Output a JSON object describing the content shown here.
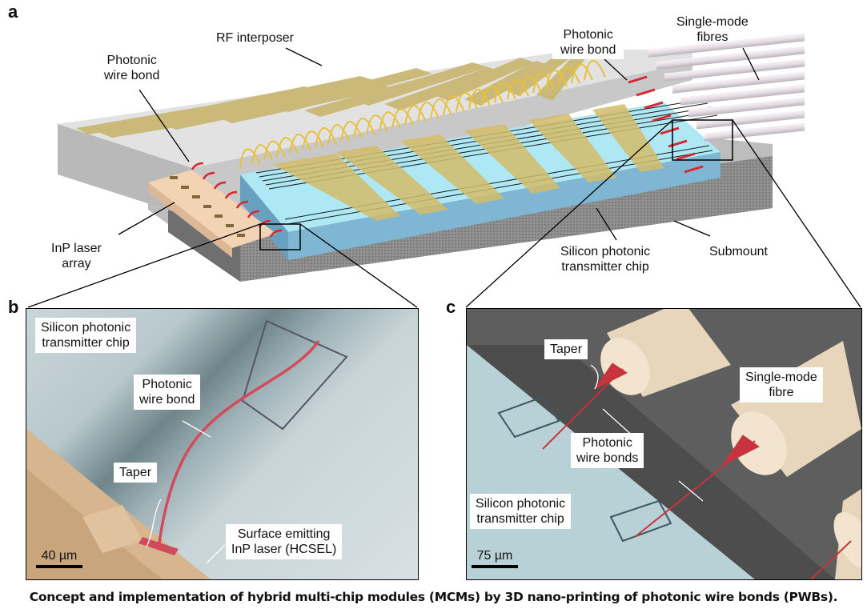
{
  "figure": {
    "caption": "Concept and implementation of hybrid multi-chip modules (MCMs) by 3D nano-printing of photonic wire bonds (PWBs).",
    "colors": {
      "interposer_top": "#d6d6d6",
      "gold_trace": "#c9b774",
      "wire_bond_gold": "#e8c13a",
      "si_chip_top": "#aee8f5",
      "si_chip_side": "#7fb6d3",
      "submount": "#8a8a8a",
      "inp_laser": "#f2d3b4",
      "pwb_red": "#d8252f",
      "fibre": "#ece6ea"
    }
  },
  "panel_a": {
    "letter": "a",
    "labels": {
      "rf_interposer": "RF interposer",
      "pwb_left_line1": "Photonic",
      "pwb_left_line2": "wire bond",
      "pwb_right_line1": "Photonic",
      "pwb_right_line2": "wire bond",
      "smf_line1": "Single-mode",
      "smf_line2": "fibres",
      "inp_line1": "InP laser",
      "inp_line2": "array",
      "sipho_line1": "Silicon photonic",
      "sipho_line2": "transmitter chip",
      "submount": "Submount"
    }
  },
  "panel_b": {
    "letter": "b",
    "labels": {
      "chip_line1": "Silicon photonic",
      "chip_line2": "transmitter chip",
      "pwb_line1": "Photonic",
      "pwb_line2": "wire bond",
      "taper": "Taper",
      "laser_line1": "Surface emitting",
      "laser_line2": "InP laser (HCSEL)"
    },
    "scale_bar": "40 µm"
  },
  "panel_c": {
    "letter": "c",
    "labels": {
      "taper": "Taper",
      "fibre_line1": "Single-mode",
      "fibre_line2": "fibre",
      "pwb_line1": "Photonic",
      "pwb_line2": "wire bonds",
      "chip_line1": "Silicon photonic",
      "chip_line2": "transmitter chip"
    },
    "scale_bar": "75 µm"
  }
}
